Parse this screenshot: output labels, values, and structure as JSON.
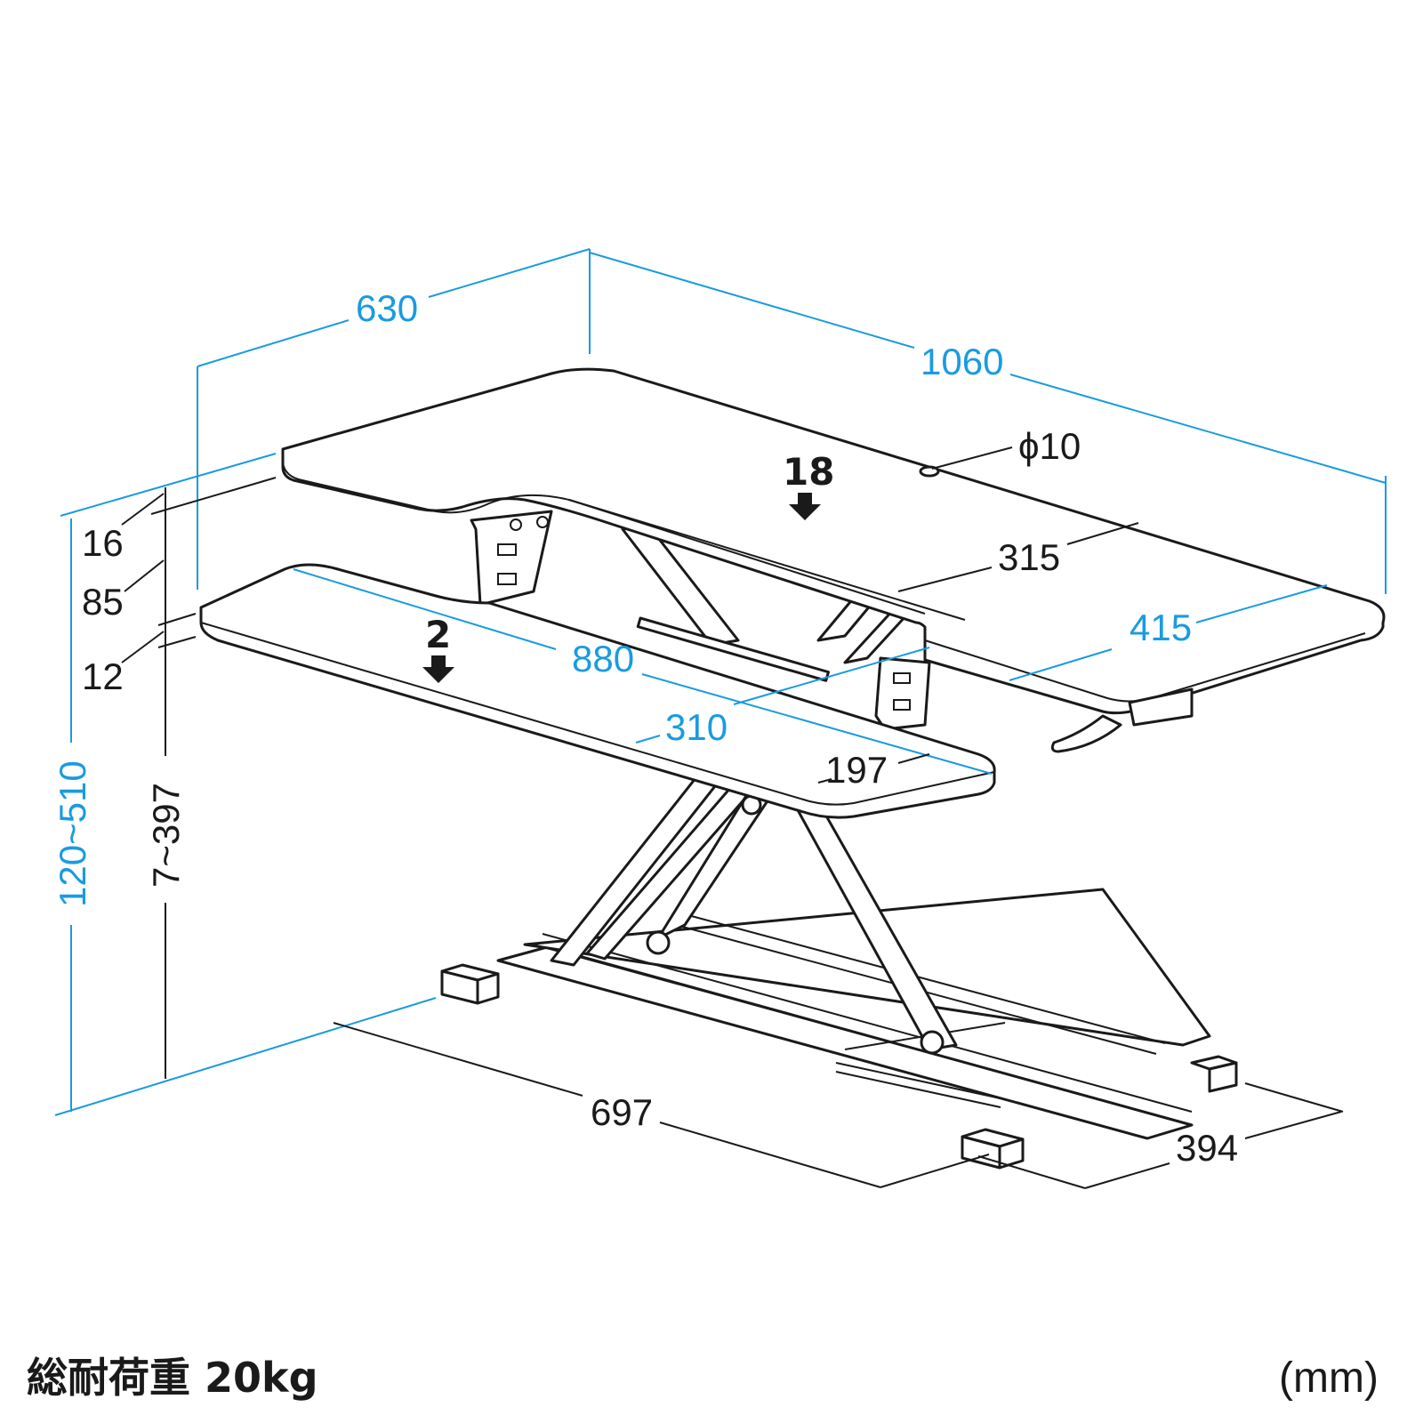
{
  "diagram": {
    "dimensions": {
      "top_depth": "630",
      "top_width": "1060",
      "hole": "ϕ10",
      "upper_thickness_label": "18",
      "tray_thickness_label": "2",
      "right_depth_offset": "315",
      "right_wing_depth": "415",
      "tray_width": "880",
      "tray_depth": "310",
      "tray_inset": "197",
      "top_board": "16",
      "gap": "85",
      "tray_board": "12",
      "total_height": "120~510",
      "tray_height": "7~397",
      "base_width": "697",
      "base_depth": "394"
    },
    "colors": {
      "dimension_blue": "#1a9be0",
      "line_black": "#1a1a1a"
    }
  },
  "footer": {
    "load": "総耐荷重 20kg",
    "unit": "(mm)"
  }
}
